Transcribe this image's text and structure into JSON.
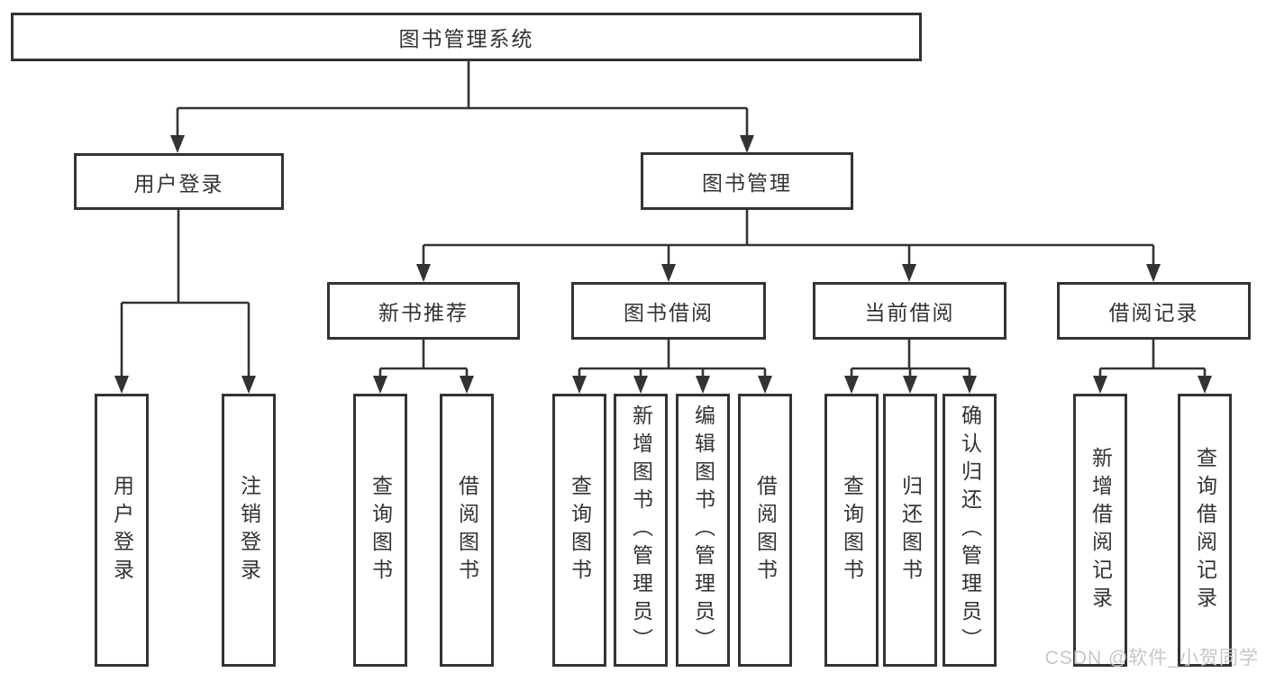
{
  "diagram": {
    "root": {
      "label": "图书管理系统"
    },
    "branches": [
      {
        "label": "用户登录",
        "children": [
          {
            "label": "用户登录"
          },
          {
            "label": "注销登录"
          }
        ]
      },
      {
        "label": "图书管理",
        "children": [
          {
            "label": "新书推荐",
            "children": [
              {
                "label": "查询图书"
              },
              {
                "label": "借阅图书"
              }
            ]
          },
          {
            "label": "图书借阅",
            "children": [
              {
                "label": "查询图书"
              },
              {
                "label": "新增图书（管理员）"
              },
              {
                "label": "编辑图书（管理员）"
              },
              {
                "label": "借阅图书"
              }
            ]
          },
          {
            "label": "当前借阅",
            "children": [
              {
                "label": "查询图书"
              },
              {
                "label": "归还图书"
              },
              {
                "label": "确认归还（管理员）"
              }
            ]
          },
          {
            "label": "借阅记录",
            "children": [
              {
                "label": "新增借阅记录"
              },
              {
                "label": "查询借阅记录"
              }
            ]
          }
        ]
      }
    ]
  },
  "watermark": {
    "text": "CSDN @软件_小贺同学"
  },
  "colors": {
    "line": "#333333",
    "text": "#333333",
    "box_background": "#ffffff",
    "watermark": "#c7c7c7"
  }
}
